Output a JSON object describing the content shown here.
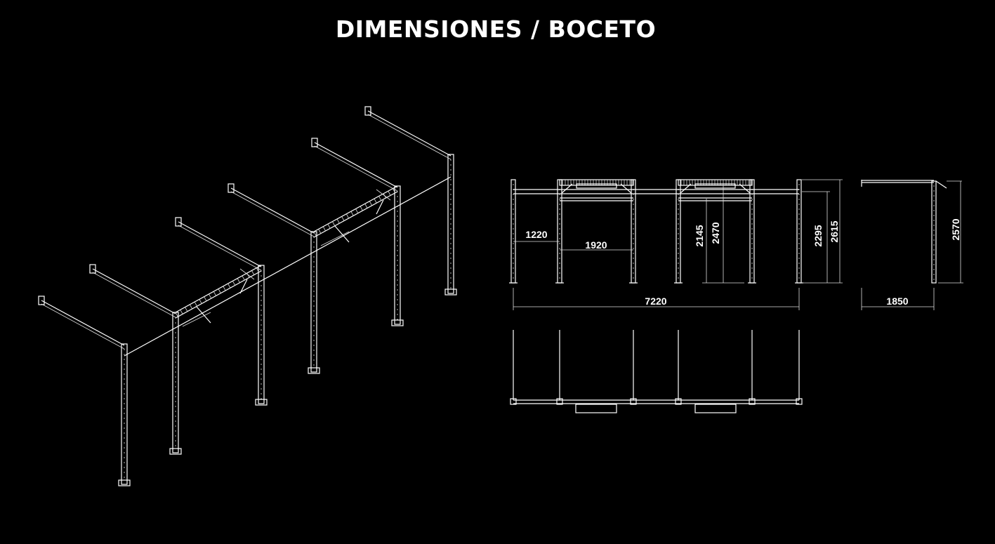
{
  "title": "DIMENSIONES / BOCETO",
  "front_view": {
    "dimensions": {
      "bay_width_small": "1220",
      "bay_width_frame": "1920",
      "total_width": "7220",
      "height_pullup": "2145",
      "height_beam": "2470",
      "height_connector": "2295",
      "height_total": "2615"
    }
  },
  "side_view": {
    "dimensions": {
      "depth": "1850",
      "height": "2570"
    }
  },
  "colors": {
    "background": "#000000",
    "lines": "#ffffff"
  }
}
